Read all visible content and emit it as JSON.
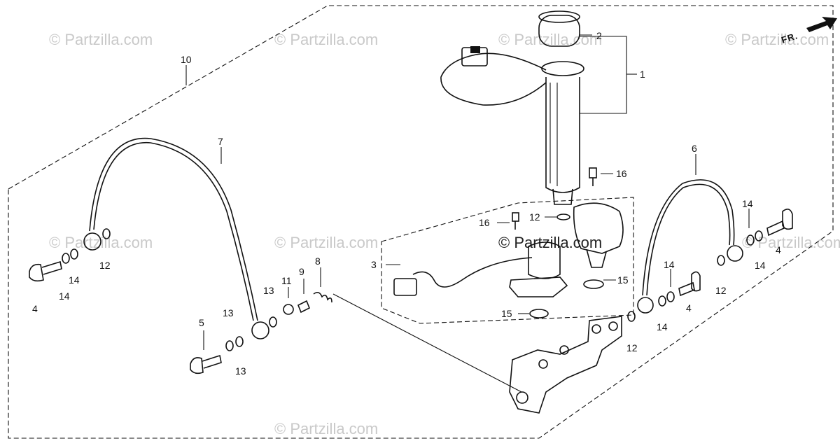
{
  "watermarks": [
    "© Partzilla.com",
    "© Partzilla.com",
    "© Partzilla.com",
    "© Partzilla.com",
    "© Partzilla.com",
    "© Partzilla.com",
    "© Partzilla.com",
    "© Partzilla.com"
  ],
  "center_watermark": "© Partzilla.com",
  "direction_label": "FR.",
  "callouts": {
    "c1": "1",
    "c2": "2",
    "c3": "3",
    "c4a": "4",
    "c4b": "4",
    "c4c": "4",
    "c5": "5",
    "c6": "6",
    "c7": "7",
    "c8": "8",
    "c9": "9",
    "c10": "10",
    "c11": "11",
    "c12a": "12",
    "c12b": "12",
    "c12c": "12",
    "c12d": "12",
    "c13a": "13",
    "c13b": "13",
    "c13c": "13",
    "c14a": "14",
    "c14b": "14",
    "c14c": "14",
    "c14d": "14",
    "c14e": "14",
    "c14f": "14",
    "c15a": "15",
    "c15b": "15",
    "c16a": "16",
    "c16b": "16"
  }
}
